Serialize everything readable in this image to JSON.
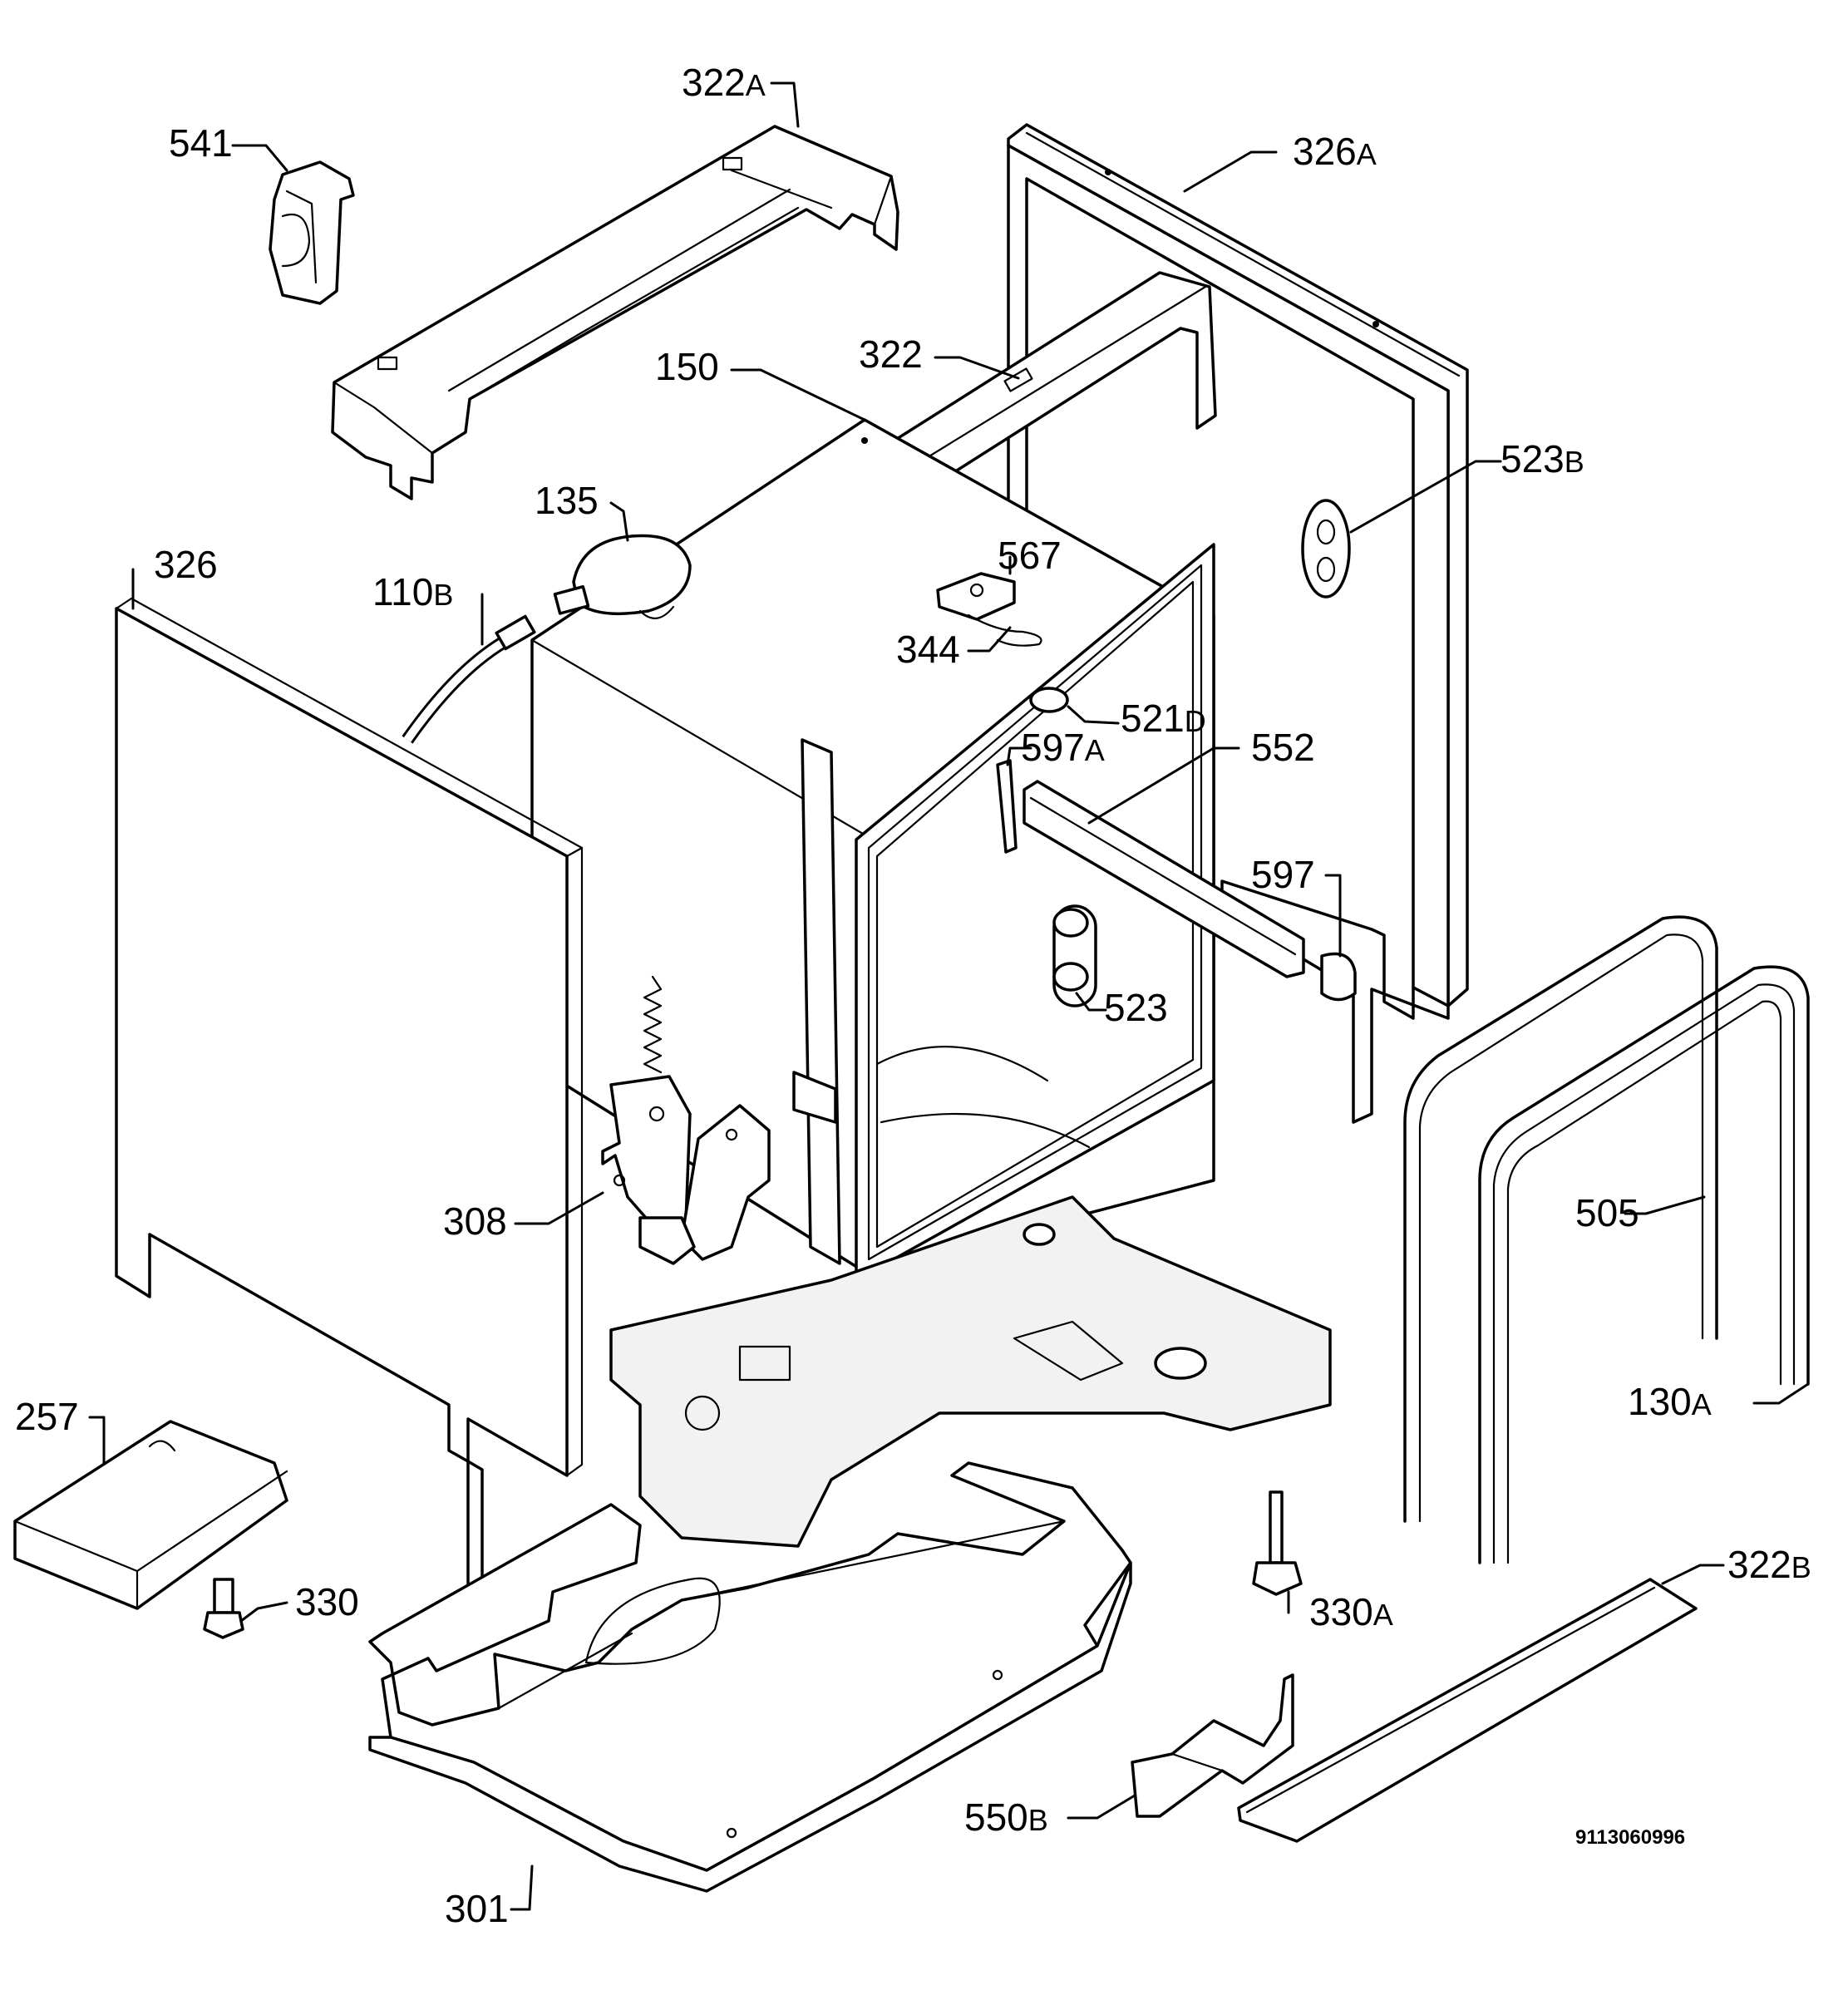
{
  "document_number": "9113060996",
  "callouts": [
    {
      "id": "c-322A",
      "num": "322",
      "suffix": "A"
    },
    {
      "id": "c-541",
      "num": "541",
      "suffix": ""
    },
    {
      "id": "c-326A",
      "num": "326",
      "suffix": "A"
    },
    {
      "id": "c-150",
      "num": "150",
      "suffix": ""
    },
    {
      "id": "c-322",
      "num": "322",
      "suffix": ""
    },
    {
      "id": "c-523B",
      "num": "523",
      "suffix": "B"
    },
    {
      "id": "c-135",
      "num": "135",
      "suffix": ""
    },
    {
      "id": "c-567",
      "num": "567",
      "suffix": ""
    },
    {
      "id": "c-326",
      "num": "326",
      "suffix": ""
    },
    {
      "id": "c-110B",
      "num": "110",
      "suffix": "B"
    },
    {
      "id": "c-344",
      "num": "344",
      "suffix": ""
    },
    {
      "id": "c-521D",
      "num": "521",
      "suffix": "D"
    },
    {
      "id": "c-597A",
      "num": "597",
      "suffix": "A"
    },
    {
      "id": "c-552",
      "num": "552",
      "suffix": ""
    },
    {
      "id": "c-597",
      "num": "597",
      "suffix": ""
    },
    {
      "id": "c-523",
      "num": "523",
      "suffix": ""
    },
    {
      "id": "c-308",
      "num": "308",
      "suffix": ""
    },
    {
      "id": "c-505",
      "num": "505",
      "suffix": ""
    },
    {
      "id": "c-130A",
      "num": "130",
      "suffix": "A"
    },
    {
      "id": "c-257",
      "num": "257",
      "suffix": ""
    },
    {
      "id": "c-330",
      "num": "330",
      "suffix": ""
    },
    {
      "id": "c-330A",
      "num": "330",
      "suffix": "A"
    },
    {
      "id": "c-322B",
      "num": "322",
      "suffix": "B"
    },
    {
      "id": "c-550B",
      "num": "550",
      "suffix": "B"
    },
    {
      "id": "c-301",
      "num": "301",
      "suffix": ""
    }
  ]
}
